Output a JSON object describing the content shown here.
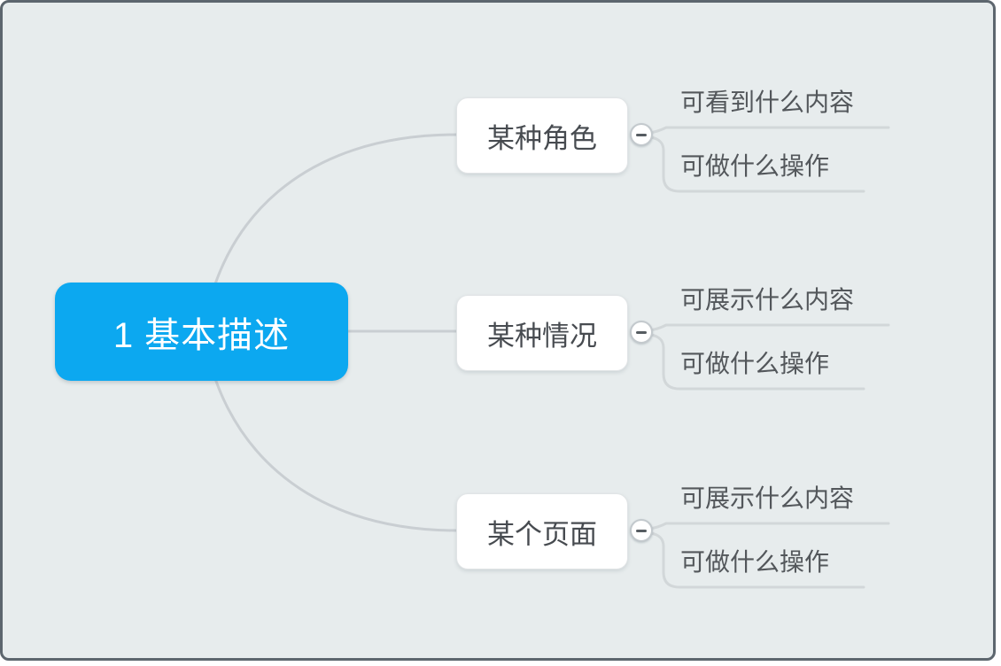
{
  "diagram": {
    "type": "mindmap",
    "root": {
      "label": "1 基本描述"
    },
    "branches": [
      {
        "label": "某种角色",
        "collapse_icon": "minus-icon",
        "collapsed": false,
        "leaves": [
          {
            "label": "可看到什么内容"
          },
          {
            "label": "可做什么操作"
          }
        ]
      },
      {
        "label": "某种情况",
        "collapse_icon": "minus-icon",
        "collapsed": false,
        "leaves": [
          {
            "label": "可展示什么内容"
          },
          {
            "label": "可做什么操作"
          }
        ]
      },
      {
        "label": "某个页面",
        "collapse_icon": "minus-icon",
        "collapsed": false,
        "leaves": [
          {
            "label": "可展示什么内容"
          },
          {
            "label": "可做什么操作"
          }
        ]
      }
    ]
  },
  "colors": {
    "canvas_background": "#e7eced",
    "canvas_border": "#5d666e",
    "root_fill": "#0ca8f0",
    "root_text": "#ffffff",
    "branch_fill": "#ffffff",
    "branch_text": "#474b50",
    "leaf_text": "#53575b",
    "connector_line": "#c9ced2",
    "leaf_underline": "#d2d7d9",
    "collapse_button_border": "#c3c9cd",
    "collapse_minus": "#565c61"
  }
}
